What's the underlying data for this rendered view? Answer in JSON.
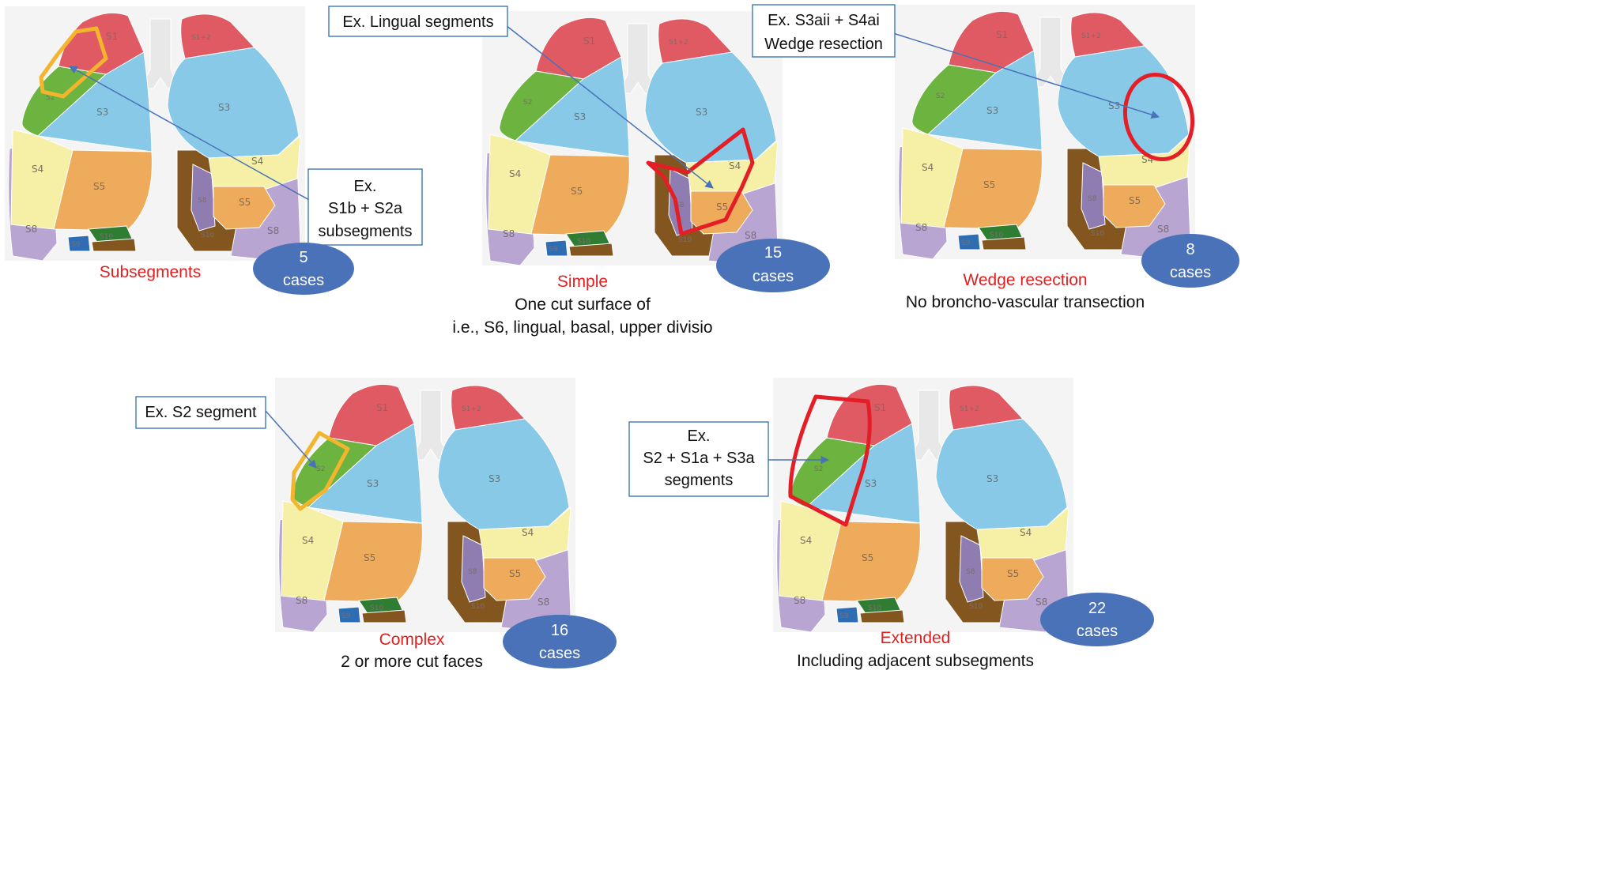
{
  "colors": {
    "s1": "#e05a63",
    "s2": "#6cb33f",
    "s3": "#88c9e8",
    "s4": "#f6f0a6",
    "s5": "#eeab5c",
    "s8": "#b8a5d2",
    "s8dark": "#8f7cb0",
    "bronze": "#83561f",
    "darkgreen": "#2f7d32",
    "blue": "#2e6db4",
    "highlight_red": "#e41e26",
    "highlight_orange": "#f2b52d",
    "badge": "#4a72b8",
    "label_red": "#e02020"
  },
  "lung_labels": {
    "s1": "S1",
    "s12": "S1+2",
    "s2": "S2",
    "s3": "S3",
    "s4": "S4",
    "s5": "S5",
    "s8": "S8",
    "s9": "S9",
    "s10": "S10"
  },
  "panels": [
    {
      "category": "Subsegments",
      "description": [],
      "callout": [
        "Ex.",
        "S1b + S2a",
        "subsegments"
      ],
      "cases_count": "5",
      "cases_label": "cases"
    },
    {
      "category": "Simple",
      "description": [
        "One cut surface of",
        "i.e., S6, lingual, basal, upper divisio"
      ],
      "callout": [
        "Ex. Lingual segments"
      ],
      "cases_count": "15",
      "cases_label": "cases"
    },
    {
      "category": "Wedge resection",
      "description": [
        "No broncho-vascular transection"
      ],
      "callout": [
        "Ex. S3aii + S4ai",
        "Wedge resection"
      ],
      "cases_count": "8",
      "cases_label": "cases"
    },
    {
      "category": "Complex",
      "description": [
        "2 or more cut faces"
      ],
      "callout": [
        "Ex. S2 segment"
      ],
      "cases_count": "16",
      "cases_label": "cases"
    },
    {
      "category": "Extended",
      "description": [
        "Including adjacent subsegments"
      ],
      "callout": [
        "Ex.",
        "S2 + S1a + S3a",
        "segments"
      ],
      "cases_count": "22",
      "cases_label": "cases"
    }
  ]
}
